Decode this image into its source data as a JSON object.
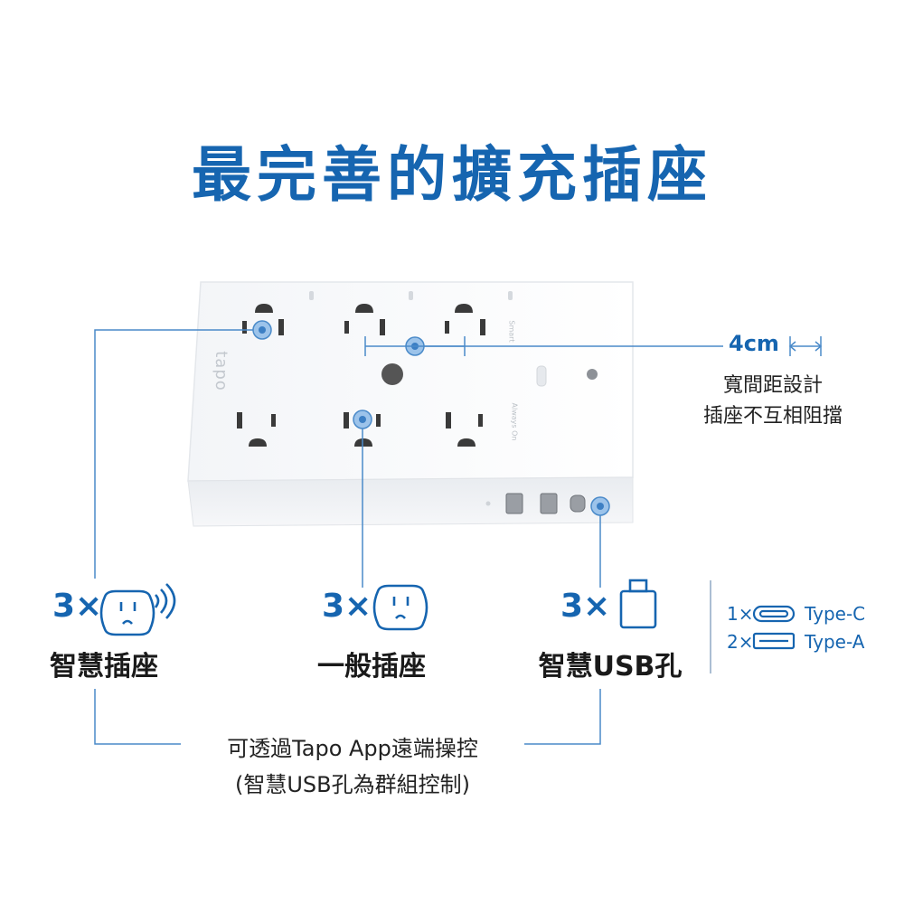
{
  "title": "最完善的擴充插座",
  "device": {
    "brand": "tapo",
    "label_smart": "Smart",
    "label_always_on": "Always On"
  },
  "spacing": {
    "value": "4cm",
    "line1": "寬間距設計",
    "line2": "插座不互相阻擋"
  },
  "features": [
    {
      "count": "3×",
      "label": "智慧插座",
      "icon": "smart-outlet-icon"
    },
    {
      "count": "3×",
      "label": "一般插座",
      "icon": "outlet-icon"
    },
    {
      "count": "3×",
      "label": "智慧USB孔",
      "icon": "usb-port-icon"
    }
  ],
  "usb_types": [
    {
      "count": "1×",
      "name": "Type-C",
      "icon": "usb-c-icon"
    },
    {
      "count": "2×",
      "name": "Type-A",
      "icon": "usb-a-icon"
    }
  ],
  "footer": {
    "line1": "可透過Tapo App遠端操控",
    "line2": "(智慧USB孔為群組控制)"
  },
  "colors": {
    "accent": "#1665b0",
    "callout_line": "#4a8ac9",
    "dot": "#7fb2e4"
  }
}
